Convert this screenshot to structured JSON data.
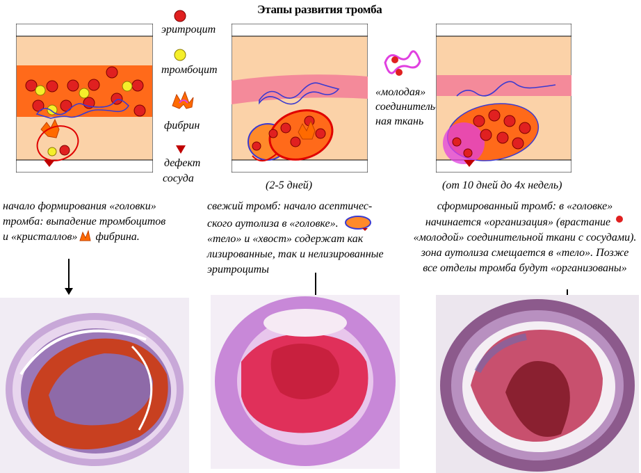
{
  "title": "Этапы развития тромба",
  "legend": [
    {
      "label": "эритроцит",
      "icon": "erythrocyte-icon",
      "color": "#e02020"
    },
    {
      "label": "тромбоцит",
      "icon": "platelet-icon",
      "color": "#f5ef2a"
    },
    {
      "label": "фибрин",
      "icon": "fibrin-icon",
      "color": "#ff6a00"
    },
    {
      "label": "дефект",
      "icon": "vessel-defect-icon",
      "color": "#c00000"
    },
    {
      "label": "сосуда",
      "icon": "",
      "color": ""
    }
  ],
  "connective": {
    "label_lines": [
      "«молодая»",
      "соединитель-",
      "ная ткань"
    ],
    "color": "#e040e0"
  },
  "stages": [
    {
      "period": "",
      "caption_lines": [
        "начало формирования «головки»",
        "тромба: выпадение тромбоцитов",
        "и «кристаллов»",
        "фибрина."
      ]
    },
    {
      "period": "(2-5 дней)",
      "caption_lines": [
        "свежий тромб: начало  асептичес-",
        "ского аутолиза   в «головке».",
        "«тело»  и  «хвост» содержат как",
        "лизированные, так и нелизированные",
        "эритроциты"
      ]
    },
    {
      "period": "(от 10 дней до 4х недель)",
      "caption_lines": [
        "сформированный тромб: в «головке»",
        "начинается  «организация» (врастание",
        "«молодой»  соединительной ткани с сосудами).",
        "зона аутолиза смещается в «тело». Позже",
        "все отделы тромба будут «организованы»"
      ]
    }
  ],
  "colors": {
    "vessel_bg": "#fbd2a8",
    "blood_band": "#ff6a1a",
    "wall_pink": "#f48a9a",
    "fibrin_blue": "#3a3ad0"
  }
}
